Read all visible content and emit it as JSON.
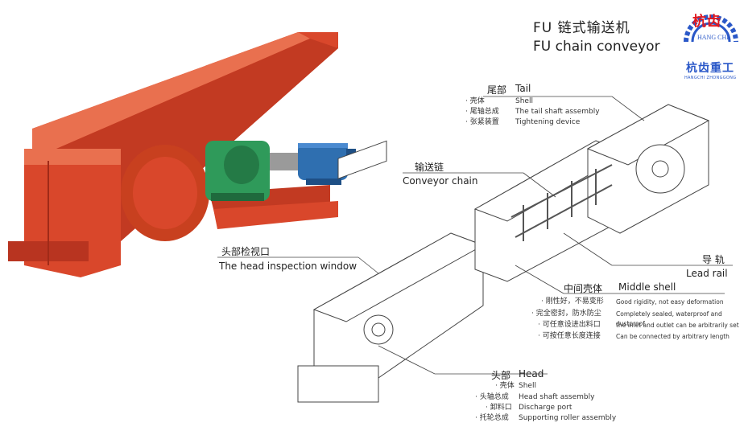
{
  "title": {
    "cn": "FU 链式输送机",
    "en": "FU chain conveyor"
  },
  "logo": {
    "top": "杭齿",
    "mid": "HANG CHI",
    "cn": "杭齿重工",
    "pinyin": "HANGCHI ZHONGGONG"
  },
  "tail": {
    "cn": "尾部",
    "en": "Tail",
    "items": [
      {
        "cn": "· 壳体",
        "en": "Shell"
      },
      {
        "cn": "· 尾轴总成",
        "en": "The tail shaft assembly"
      },
      {
        "cn": "· 张紧装置",
        "en": "Tightening device"
      }
    ]
  },
  "chain": {
    "cn": "输送链",
    "en": "Conveyor chain"
  },
  "window": {
    "cn": "头部检视口",
    "en": "The head  inspection window"
  },
  "rail": {
    "cn": "导 轨",
    "en": "Lead rail"
  },
  "middle": {
    "cn": "中间壳体",
    "en": "Middle shell",
    "items": [
      {
        "cn": "· 刚性好，不易变形",
        "en": "Good rigidity, not easy deformation"
      },
      {
        "cn": "· 完全密封，防水防尘",
        "en": "Completely sealed, waterproof and dustproof"
      },
      {
        "cn": "· 可任意设进出料口",
        "en": "the inlet and outlet can be arbitrarily set"
      },
      {
        "cn": "· 可按任意长度连接",
        "en": "Can be connected by arbitrary length"
      }
    ]
  },
  "head": {
    "cn": "头部",
    "en": "Head",
    "items": [
      {
        "cn": "· 壳体",
        "en": "Shell"
      },
      {
        "cn": "· 头轴总成",
        "en": "Head shaft assembly"
      },
      {
        "cn": "· 卸料口",
        "en": "Discharge port"
      },
      {
        "cn": "· 托轮总成",
        "en": "Supporting roller assembly"
      }
    ]
  },
  "colors": {
    "body": "#d9472b",
    "body_dark": "#b83420",
    "body_light": "#e9704f",
    "gearbox": "#2f9a5a",
    "motor": "#2f6fb0",
    "logo_red": "#e0181e",
    "logo_blue": "#2a58c8"
  }
}
